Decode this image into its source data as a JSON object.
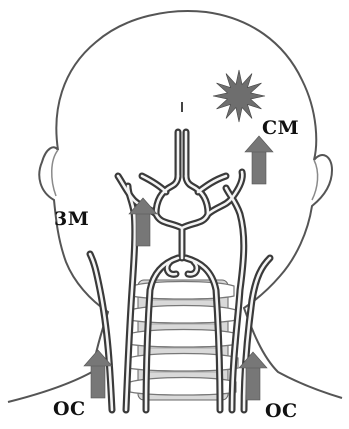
{
  "labels": {
    "cm": "CM",
    "zm": "3M",
    "oc_left": "OC",
    "oc_right": "OC"
  },
  "icons": {
    "lesion": "starburst-icon",
    "arrow": "up-arrow-icon"
  },
  "colors": {
    "outline": "#555555",
    "vessel": "#3a3a3a",
    "vessel_inner": "#f4f4f4",
    "arrow": "#777777",
    "lesion": "#6e6e6e",
    "spine_fill": "#d9d9d9"
  }
}
